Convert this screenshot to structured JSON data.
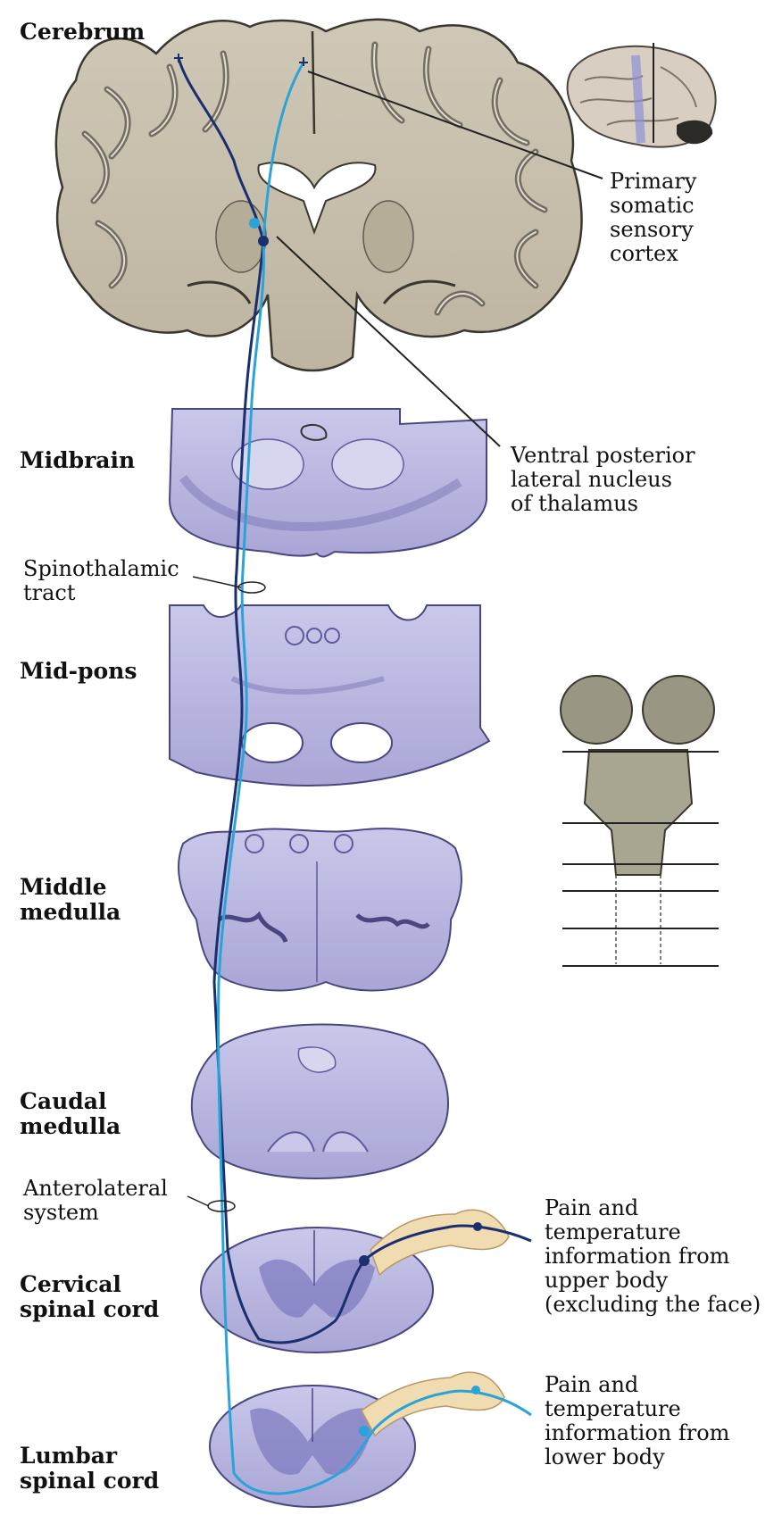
{
  "levels": {
    "cerebrum": "Cerebrum",
    "midbrain": "Midbrain",
    "mid_pons": "Mid-pons",
    "middle_medulla": [
      "Middle",
      "medulla"
    ],
    "caudal_medulla": [
      "Caudal",
      "medulla"
    ],
    "cervical": [
      "Cervical",
      "spinal cord"
    ],
    "lumbar": [
      "Lumbar",
      "spinal cord"
    ]
  },
  "annotations": {
    "primary_cortex": [
      "Primary",
      "somatic",
      "sensory",
      "cortex"
    ],
    "vpl": [
      "Ventral posterior",
      "lateral nucleus",
      "of thalamus"
    ],
    "spinothalamic": [
      "Spinothalamic",
      "tract"
    ],
    "anterolateral": [
      "Anterolateral",
      "system"
    ],
    "upper_body": [
      "Pain and",
      "temperature",
      "information from",
      "upper body",
      "(excluding the face)"
    ],
    "lower_body": [
      "Pain and",
      "temperature",
      "information from",
      "lower body"
    ]
  },
  "colors": {
    "tissue_tan": "#c9c2b0",
    "tissue_dark": "#6f6a5e",
    "stain_purple": "#a9a6d6",
    "stain_light": "#d7d6ef",
    "pathway_dark": "#1a2f6e",
    "pathway_light": "#2aa4d8",
    "ganglion": "#f1dcb2"
  }
}
